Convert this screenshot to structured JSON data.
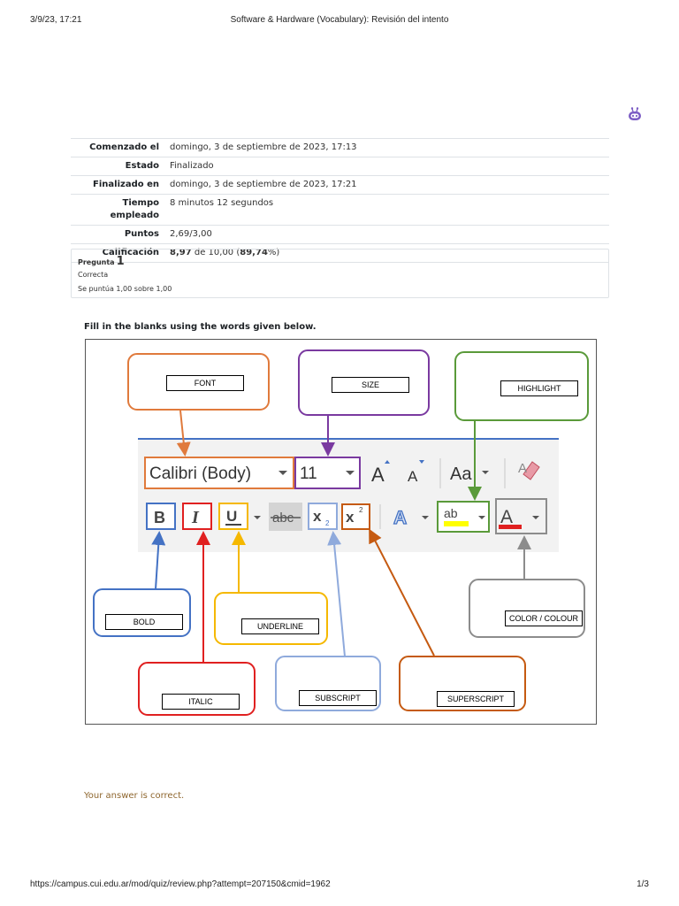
{
  "print_header": {
    "date": "3/9/23, 17:21",
    "title": "Software & Hardware (Vocabulary): Revisión del intento"
  },
  "print_footer": {
    "url": "https://campus.cui.edu.ar/mod/quiz/review.php?attempt=207150&cmid=1962",
    "page": "1/3"
  },
  "summary": [
    {
      "label": "Comenzado el",
      "value": "domingo, 3 de septiembre de 2023, 17:13"
    },
    {
      "label": "Estado",
      "value": "Finalizado"
    },
    {
      "label": "Finalizado en",
      "value": "domingo, 3 de septiembre de 2023, 17:21"
    },
    {
      "label": "Tiempo empleado",
      "value": "8 minutos 12 segundos"
    },
    {
      "label": "Puntos",
      "value": "2,69/3,00"
    },
    {
      "label": "Calificación",
      "value_bold1": "8,97",
      "value_mid": " de 10,00 (",
      "value_bold2": "89,74",
      "value_end": "%)"
    }
  ],
  "question": {
    "label": "Pregunta",
    "number": "1",
    "state": "Correcta",
    "grade": "Se puntúa 1,00 sobre 1,00",
    "text": "Fill in the blanks using the words given below."
  },
  "figure": {
    "answers": {
      "font": "FONT",
      "size": "SIZE",
      "highlight": "HIGHLIGHT",
      "bold": "BOLD",
      "underline": "UNDERLINE",
      "color": "COLOR / COLOUR",
      "italic": "ITALIC",
      "subscript": "SUBSCRIPT",
      "superscript": "SUPERSCRIPT"
    },
    "toolbar": {
      "font_name": "Calibri (Body)",
      "font_size": "11",
      "change_case": "Aa",
      "bold": "B",
      "italic": "I",
      "underline": "U",
      "strikethrough": "abc",
      "subscript": "x",
      "subscript_mark": "2",
      "superscript": "x",
      "superscript_mark": "2",
      "text_effects": "A",
      "highlight": "ab",
      "font_color": "A",
      "grow_font": "A",
      "shrink_font": "A"
    },
    "colors": {
      "font": "#e07a3c",
      "size": "#7a3aa0",
      "highlight": "#5a9a3a",
      "bold": "#4472c4",
      "underline": "#f5b800",
      "color": "#8c8c8c",
      "italic": "#e02020",
      "subscript": "#8faadc",
      "superscript": "#c55a11"
    }
  },
  "feedback": "Your answer is correct."
}
